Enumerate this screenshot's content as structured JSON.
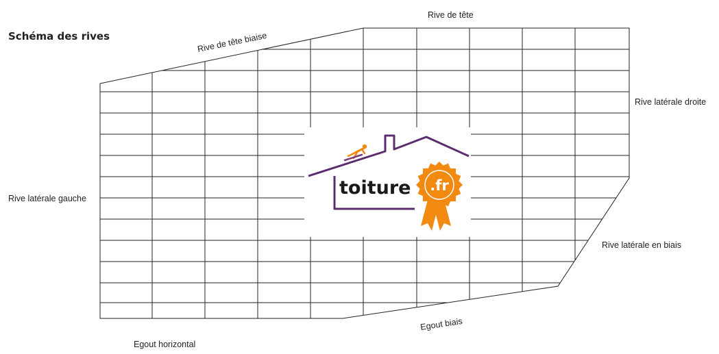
{
  "title": "Schéma des rives",
  "labels": {
    "rive_de_tete": "Rive de tête",
    "rive_de_tete_biaise": "Rive de tête biaise",
    "rive_laterale_droite": "Rive latérale droite",
    "rive_laterale_gauche": "Rive latérale gauche",
    "rive_laterale_en_biais": "Rive latérale en biais",
    "egout_biais": "Egout biais",
    "egout_horizontal": "Egout horizontal"
  },
  "logo": {
    "word": "toiture",
    "tld": ".fr",
    "house_color": "#5b2d6e",
    "badge_color": "#f28a12",
    "roofer_color": "#f28a12"
  },
  "colors": {
    "grid": "#222222",
    "text": "#222222"
  }
}
